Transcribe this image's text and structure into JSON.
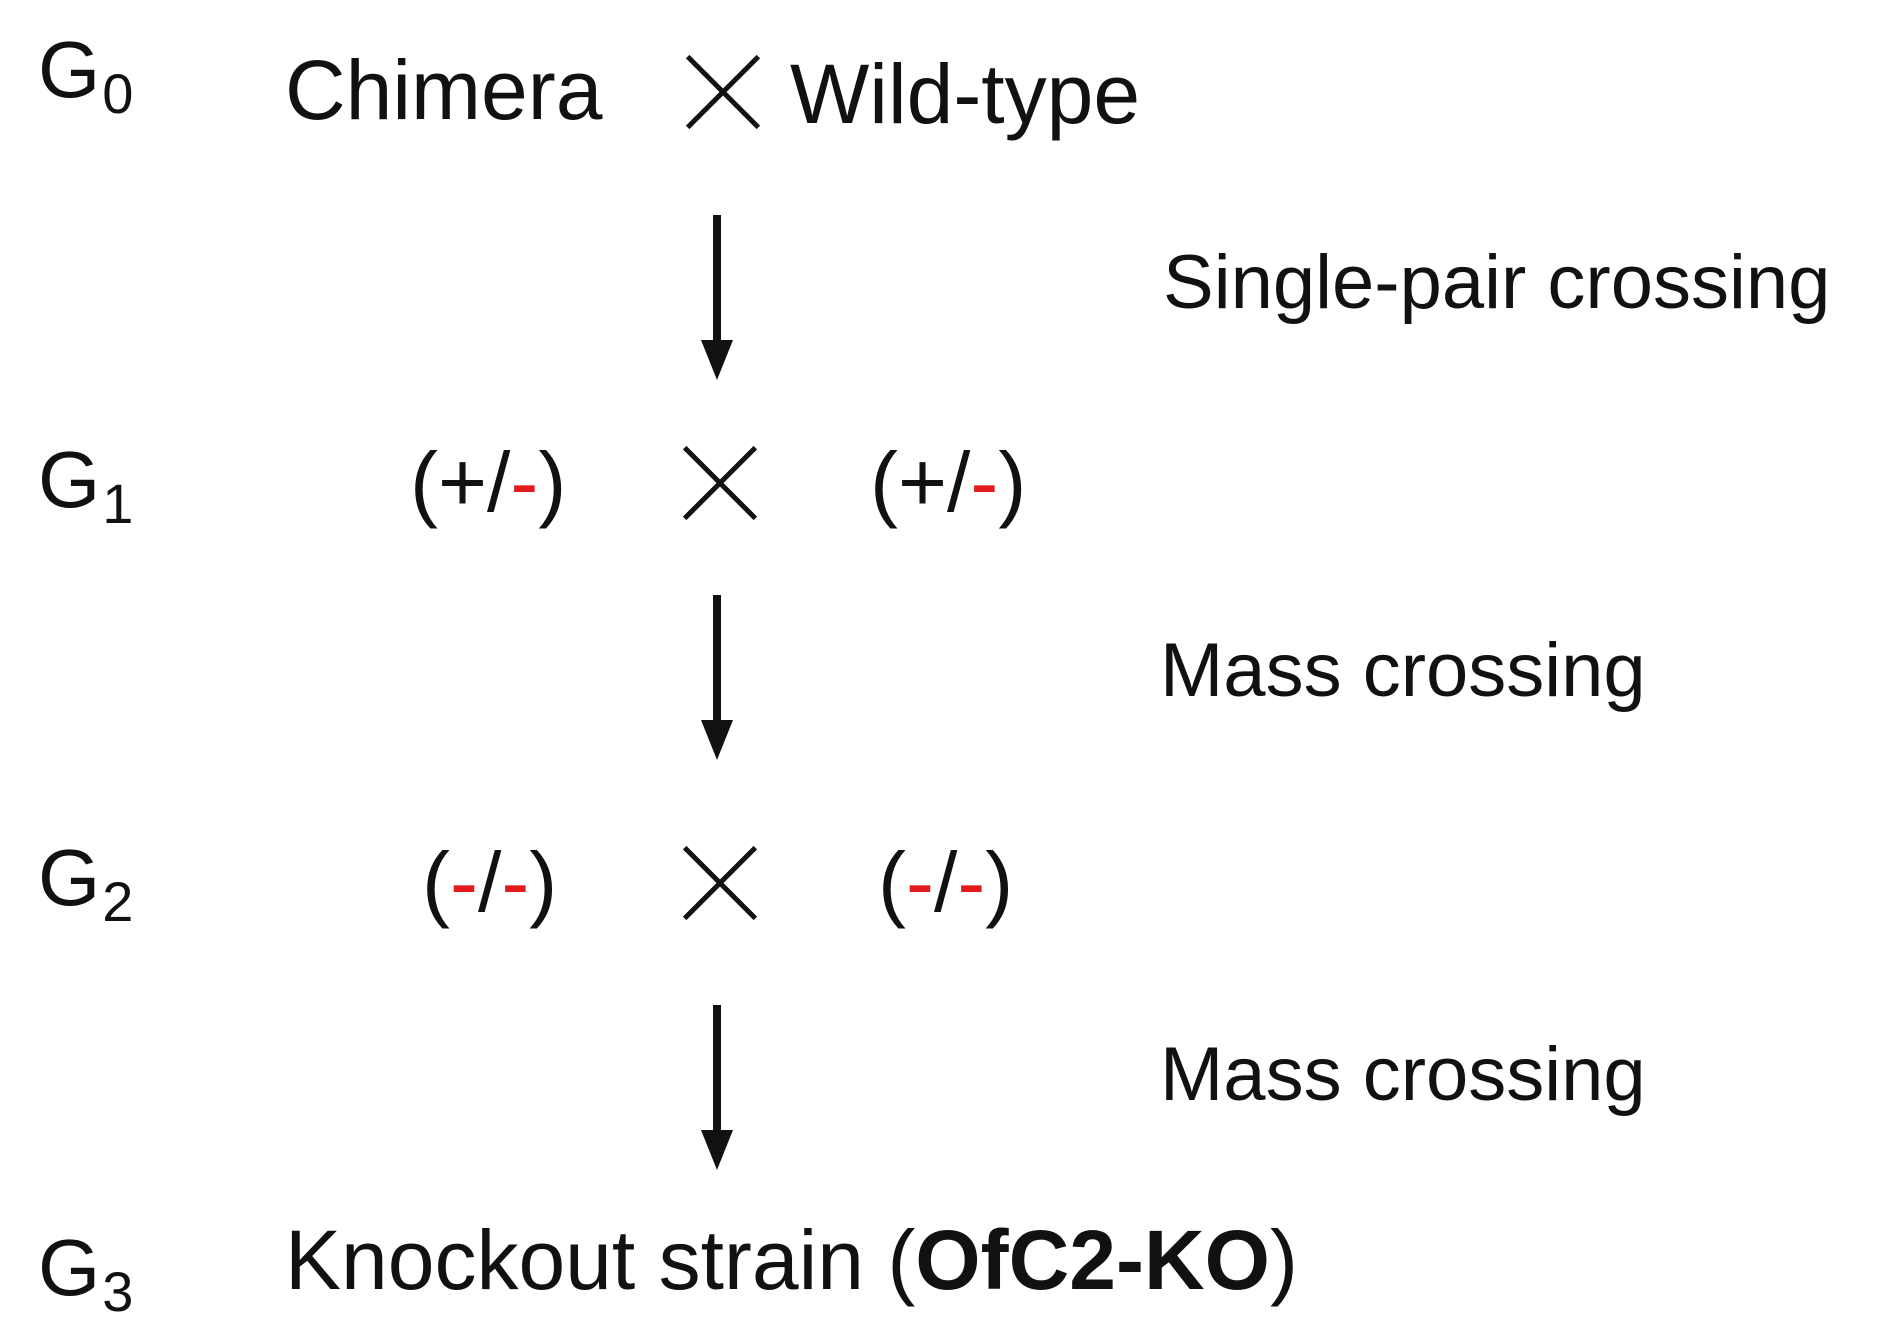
{
  "rows": [
    {
      "generation": "G",
      "generation_sub": "0",
      "left": "Chimera",
      "cross": "×",
      "right": "Wild-type"
    },
    {
      "generation": "G",
      "generation_sub": "1",
      "left_open": "(+/",
      "left_minus": "-",
      "left_close": ")",
      "right_open": "(+/",
      "right_minus": "-",
      "right_close": ")"
    },
    {
      "generation": "G",
      "generation_sub": "2",
      "left_open": "(",
      "left_minus1": "-",
      "left_slash": "/",
      "left_minus2": "-",
      "left_close": ")",
      "right_open": "(",
      "right_minus1": "-",
      "right_slash": "/",
      "right_minus2": "-",
      "right_close": ")"
    },
    {
      "generation": "G",
      "generation_sub": "3",
      "text_before": "Knockout strain (",
      "text_bold": "OfC2-KO",
      "text_after": ")"
    }
  ],
  "steps": [
    {
      "label": "Single-pair crossing"
    },
    {
      "label": "Mass crossing"
    },
    {
      "label": "Mass crossing"
    }
  ],
  "colors": {
    "text": "#111111",
    "mutant_allele": "#e31a1c"
  }
}
